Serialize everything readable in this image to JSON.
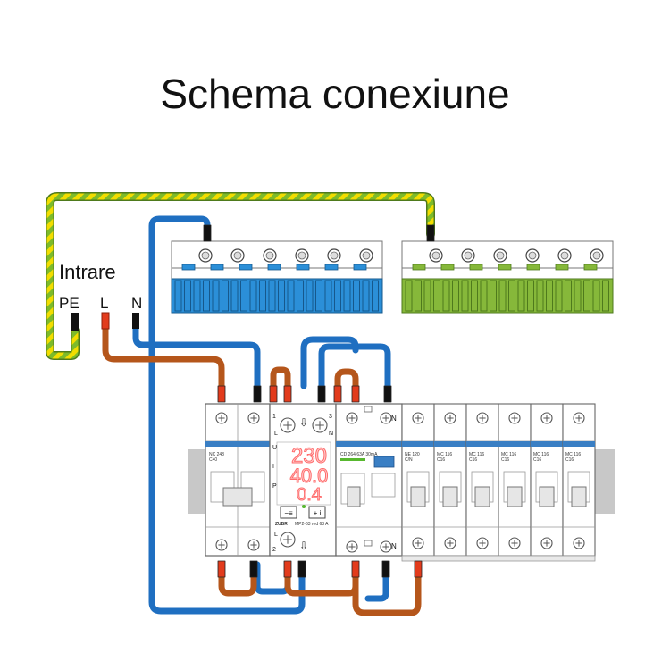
{
  "title": "Schema conexiune",
  "input_block": {
    "title": "Intrare",
    "terminals": [
      "PE",
      "L",
      "N"
    ]
  },
  "relay": {
    "readout": [
      "230",
      "40.0",
      "0.4"
    ],
    "brand": "ZUBR",
    "model": "MP2-63 red 63 A",
    "side_letters": [
      "U",
      "I",
      "P"
    ],
    "terminal_top": [
      "1",
      "3",
      "L",
      "N"
    ],
    "terminal_bottom": [
      "L",
      "2"
    ],
    "buttons": [
      "−≡",
      "+ i"
    ]
  },
  "main_breaker": {
    "text": [
      "NC 248",
      "C40"
    ]
  },
  "rcd": {
    "text": "CD 264 63A 30mA",
    "terminal": "N"
  },
  "mcbs": [
    {
      "text": [
        "NE 120",
        "C/N"
      ]
    },
    {
      "text": [
        "MC 116",
        "C16"
      ]
    },
    {
      "text": [
        "MC 116",
        "C16"
      ]
    },
    {
      "text": [
        "MC 116",
        "C16"
      ]
    },
    {
      "text": [
        "MC 116",
        "C16"
      ]
    },
    {
      "text": [
        "MC 116",
        "C16"
      ]
    }
  ],
  "colors": {
    "neutral_wire": "#1f6fc1",
    "live_wire": "#b5561b",
    "pe_green": "#7dbb2a",
    "pe_yellow": "#f2dd00",
    "neutral_bar": "#2b8fd8",
    "pe_bar": "#86b83a",
    "terminal_red": "#e23b1c",
    "display_red": "#ff6b6b"
  }
}
